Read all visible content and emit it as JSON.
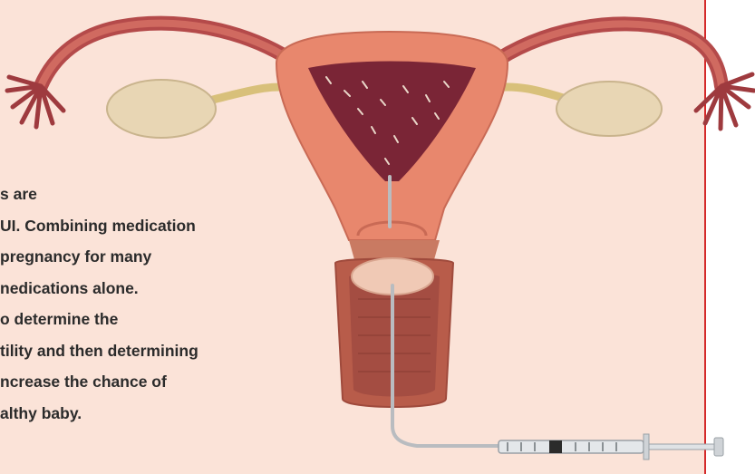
{
  "colors": {
    "panel_background": "#fbe3d8",
    "accent_rule": "#d42a2a",
    "text": "#2b2b2b"
  },
  "body_text": {
    "lines": [
      "s are",
      "UI. Combining medication",
      "pregnancy for many",
      "nedications alone.",
      "o determine the",
      "tility and then determining",
      "ncrease the chance of",
      "althy baby."
    ]
  },
  "illustration": {
    "subject": "uterus-with-iui-catheter",
    "icons": [
      "uterus-icon",
      "fallopian-tube-icon",
      "ovary-icon",
      "cervix-icon",
      "catheter-icon",
      "syringe-icon"
    ]
  }
}
